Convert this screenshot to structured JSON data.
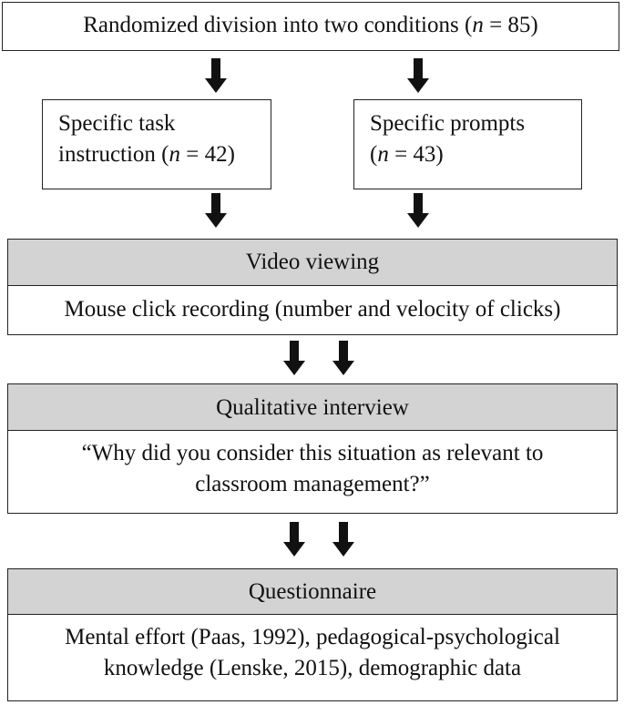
{
  "top": {
    "text_before": "Randomized division into two conditions (",
    "n_symbol": "n",
    "text_after": " = 85)"
  },
  "left_condition": {
    "line1": "Specific task",
    "line2_before": "instruction (",
    "n_symbol": "n",
    "line2_after": " = 42)"
  },
  "right_condition": {
    "line1": "Specific prompts",
    "line2_before": "(",
    "n_symbol": "n",
    "line2_after": " = 43)"
  },
  "video": {
    "header": "Video viewing",
    "body": "Mouse click recording (number and velocity of clicks)"
  },
  "interview": {
    "header": "Qualitative interview",
    "line1": "“Why did you consider this situation as relevant to",
    "line2": "classroom management?”"
  },
  "questionnaire": {
    "header": "Questionnaire",
    "line1": "Mental effort (Paas, 1992), pedagogical-psychological",
    "line2": "knowledge (Lenske, 2015), demographic data"
  },
  "colors": {
    "header_fill": "#d3d3d3",
    "border": "#222222",
    "arrow": "#111111"
  }
}
